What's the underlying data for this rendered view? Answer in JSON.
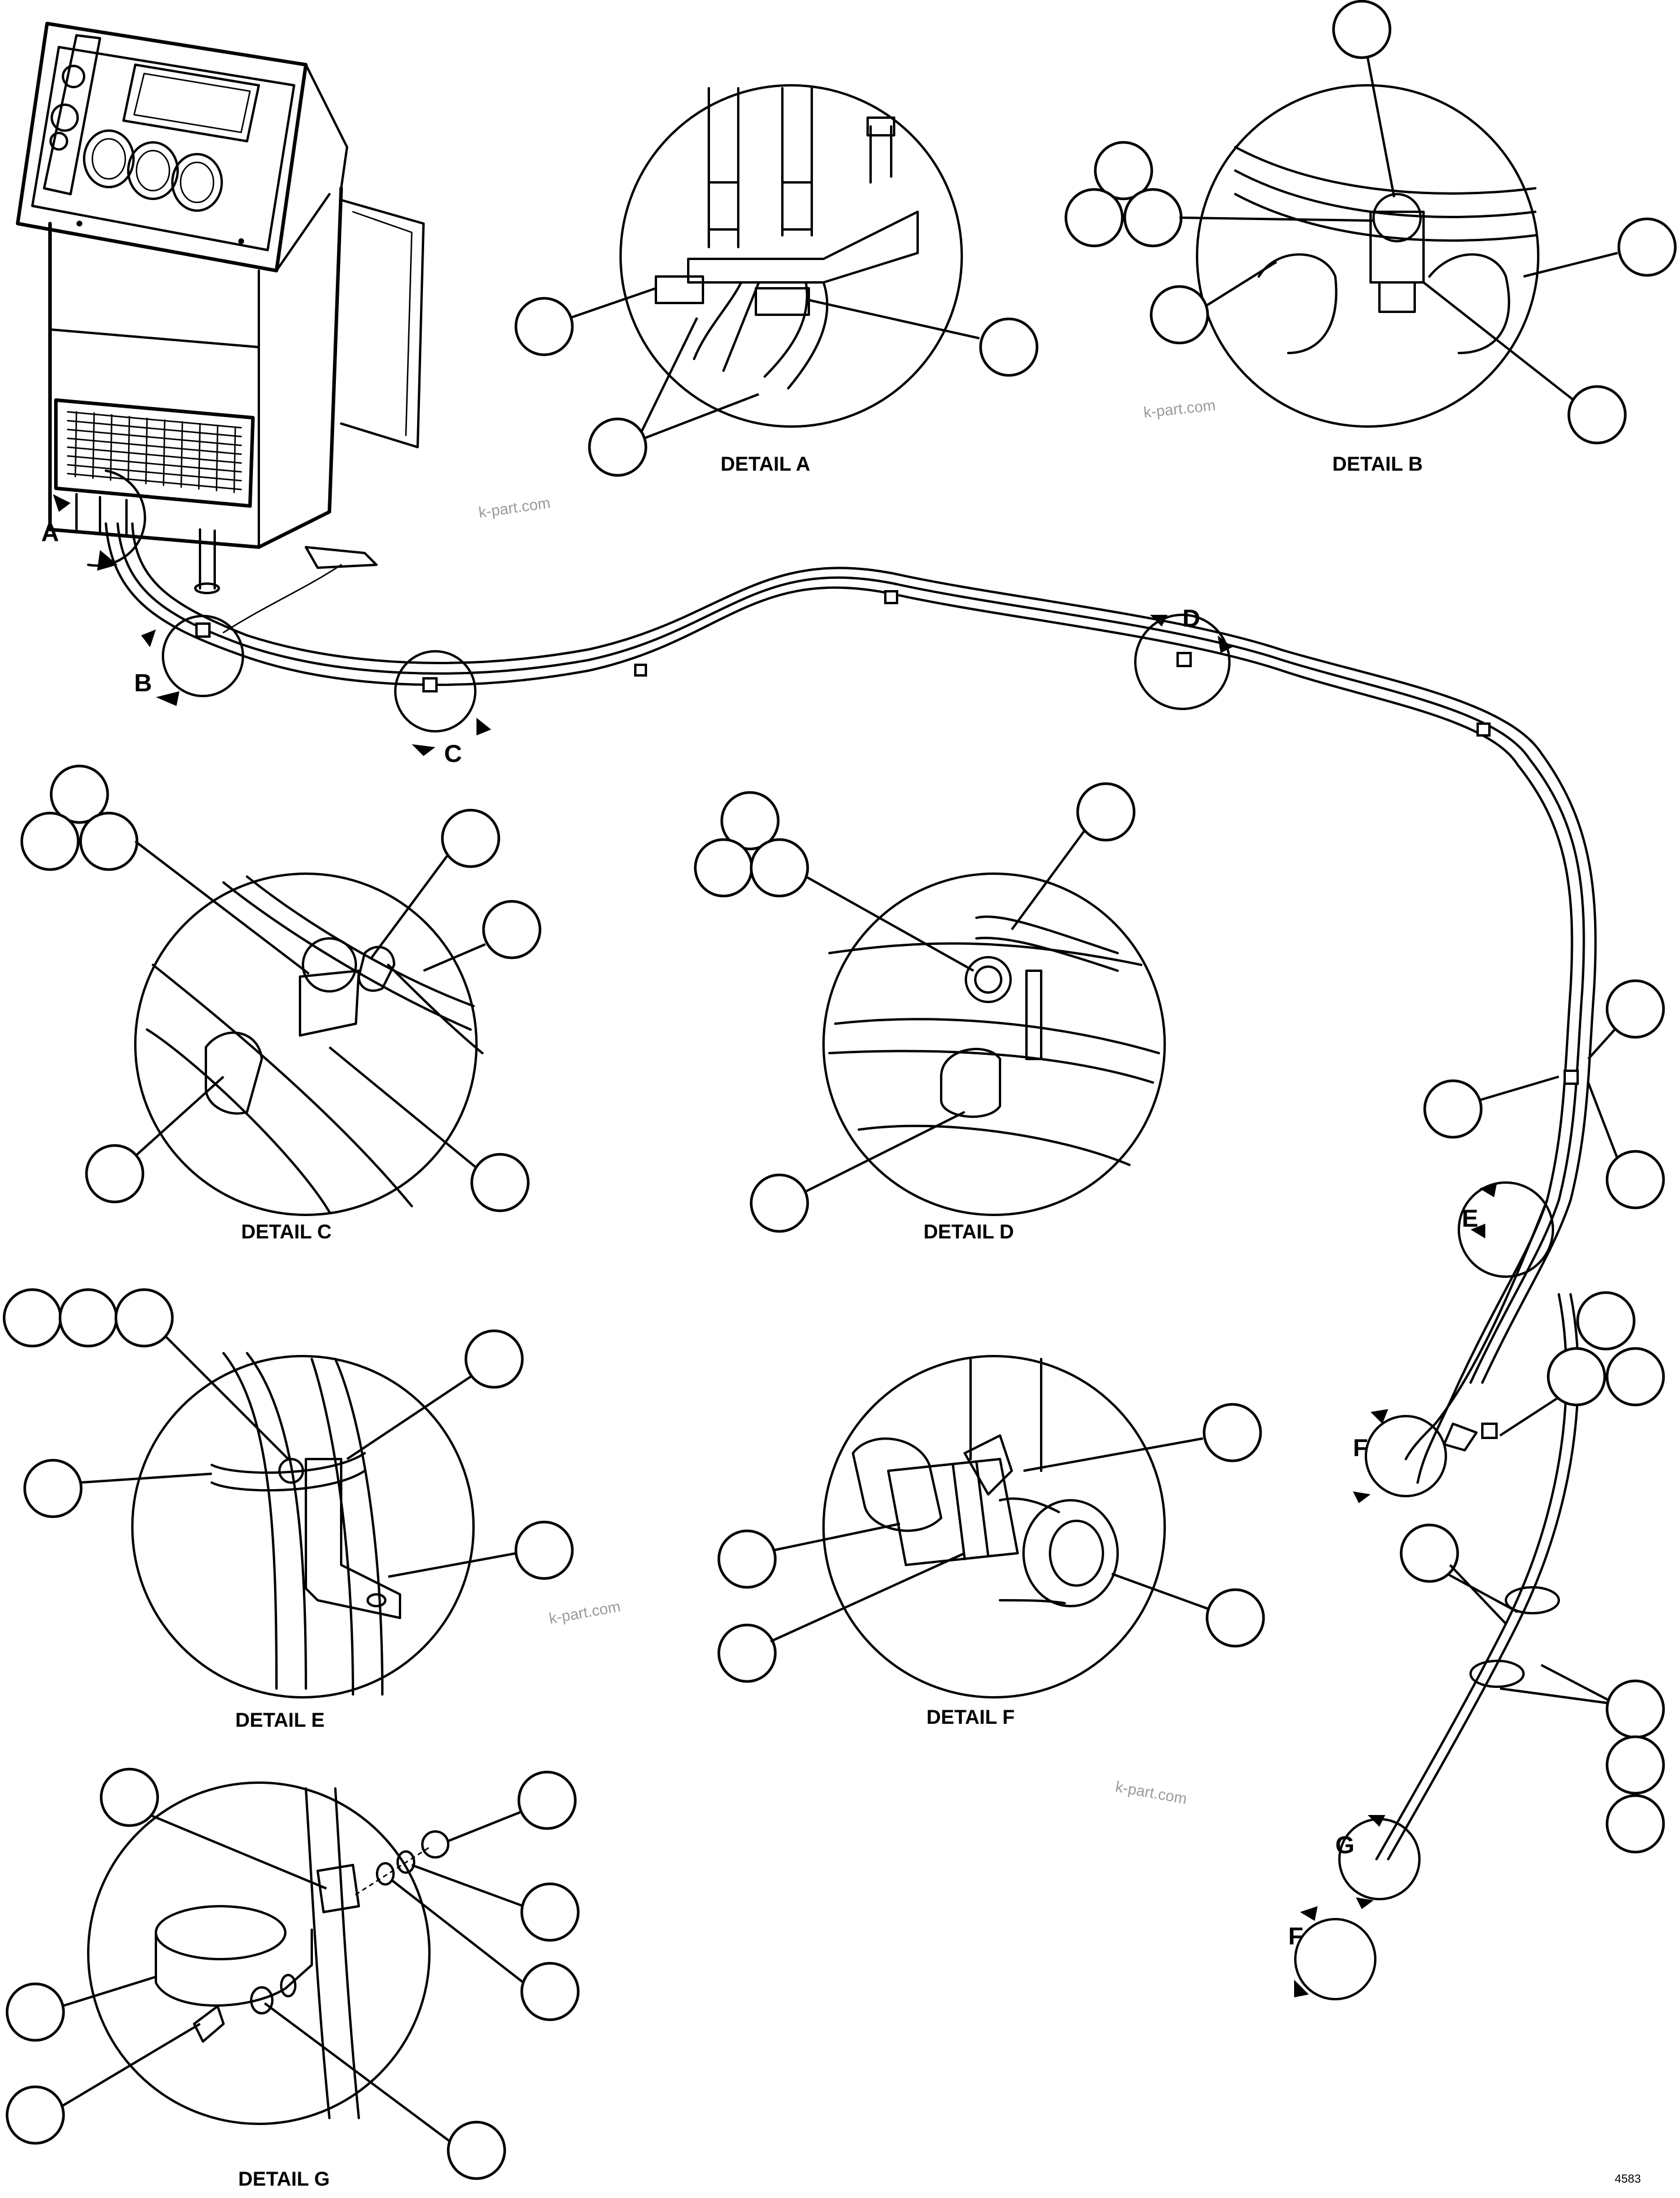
{
  "details": {
    "a": "DETAIL A",
    "b": "DETAIL B",
    "c": "DETAIL C",
    "d": "DETAIL D",
    "e": "DETAIL E",
    "f": "DETAIL F",
    "g": "DETAIL G"
  },
  "view_markers": {
    "a": "A",
    "b": "B",
    "c": "C",
    "d": "D",
    "e": "E",
    "f_upper": "F",
    "g": "G",
    "f_lower": "F"
  },
  "watermarks": {
    "w1": "k-part.com",
    "w2": "k-part.com",
    "w3": "k-part.com",
    "w4": "k-part.com"
  },
  "figure_number": "4583"
}
